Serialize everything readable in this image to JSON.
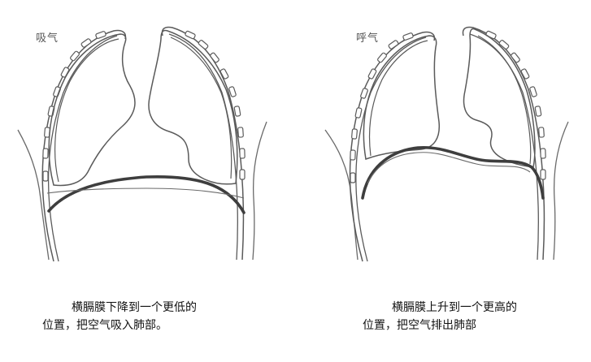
{
  "panels": [
    {
      "phase": "吸气",
      "caption_line1": "横膈膜下降到一个更低的",
      "caption_line2": "位置，把空气吸入肺部。"
    },
    {
      "phase": "呼气",
      "caption_line1": "横膈膜上升到一个更高的",
      "caption_line2": "位置，把空气排出肺部"
    }
  ],
  "colors": {
    "outline": "#5a5a5a",
    "diaphragm": "#444444",
    "background": "#ffffff"
  }
}
